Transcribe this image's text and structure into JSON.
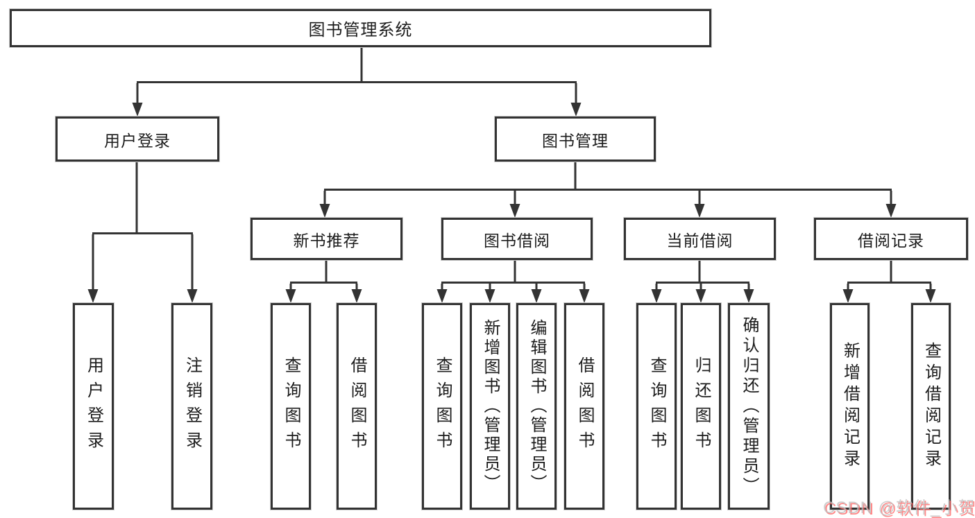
{
  "diagram_title": "图书管理系统",
  "tree": {
    "label": "图书管理系统",
    "children": [
      {
        "label": "用户登录",
        "children": [
          {
            "label": "用户登录"
          },
          {
            "label": "注销登录"
          }
        ]
      },
      {
        "label": "图书管理",
        "children": [
          {
            "label": "新书推荐",
            "children": [
              {
                "label": "查询图书"
              },
              {
                "label": "借阅图书"
              }
            ]
          },
          {
            "label": "图书借阅",
            "children": [
              {
                "label": "查询图书"
              },
              {
                "label": "新增图书（管理员）"
              },
              {
                "label": "编辑图书（管理员）"
              },
              {
                "label": "借阅图书"
              }
            ]
          },
          {
            "label": "当前借阅",
            "children": [
              {
                "label": "查询图书"
              },
              {
                "label": "归还图书"
              },
              {
                "label": "确认归还（管理员）"
              }
            ]
          },
          {
            "label": "借阅记录",
            "children": [
              {
                "label": "新增借阅记录"
              },
              {
                "label": "查询借阅记录"
              }
            ]
          }
        ]
      }
    ]
  },
  "watermark": {
    "text": "CSDN @软件_小贺同学"
  },
  "colors": {
    "line": "#333333",
    "box_border": "#333333",
    "background": "#ffffff",
    "text": "#1c1c1c",
    "watermark_accent": "#fc5531"
  }
}
